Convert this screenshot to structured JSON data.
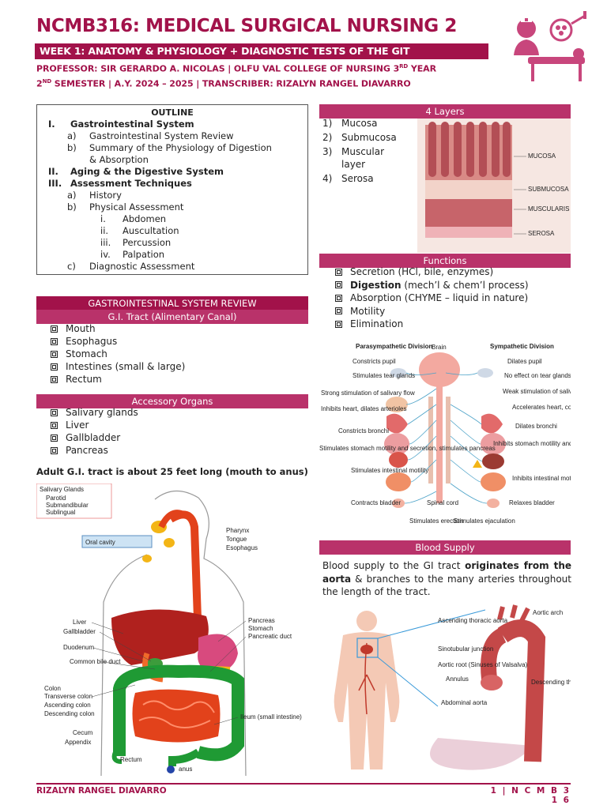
{
  "header": {
    "title": "NCMB316: MEDICAL SURGICAL NURSING 2",
    "week": "WEEK 1: ANATOMY & PHYSIOLOGY + DIAGNOSTIC TESTS OF THE GIT",
    "meta1_pre": "PROFESSOR:  SIR GERARDO  A. NICOLAS | OLFU VAL COLLEGE  OF NURSING 3",
    "meta1_sup": "RD",
    "meta1_post": " YEAR",
    "meta2_pre": "2",
    "meta2_sup": "ND",
    "meta2_post": " SEMESTER  | A.Y. 2024 – 2025 | TRANSCRIBER:  RIZALYN RANGEL DIAVARRO"
  },
  "outline": {
    "heading": "OUTLINE",
    "items": [
      {
        "num": "I.",
        "label": "Gastrointestinal System",
        "bold": true,
        "indent": 0
      },
      {
        "num": "a)",
        "label": "Gastrointestinal System  Review",
        "indent": 1
      },
      {
        "num": "b)",
        "label": "Summary of the Physiology of Digestion",
        "indent": 1
      },
      {
        "num": "",
        "label": "& Absorption",
        "indent": 1
      },
      {
        "num": "II.",
        "label": "Aging & the Digestive System",
        "bold": true,
        "indent": 0
      },
      {
        "num": "III.",
        "label": "Assessment Techniques",
        "bold": true,
        "indent": 0
      },
      {
        "num": "a)",
        "label": "History",
        "indent": 1
      },
      {
        "num": "b)",
        "label": "Physical Assessment",
        "indent": 1
      },
      {
        "num": "i.",
        "label": "Abdomen",
        "indent": 2
      },
      {
        "num": "ii.",
        "label": "Auscultation",
        "indent": 2
      },
      {
        "num": "iii.",
        "label": "Percussion",
        "indent": 2
      },
      {
        "num": "iv.",
        "label": "Palpation",
        "indent": 2
      },
      {
        "num": "c)",
        "label": "Diagnostic Assessment",
        "indent": 1
      }
    ]
  },
  "gi_review": {
    "heading": "GASTROINTESTINAL SYSTEM REVIEW",
    "subheading": "G.I. Tract (Alimentary Canal)",
    "items": [
      "Mouth",
      "Esophagus",
      "Stomach",
      "Intestines (small & large)",
      "Rectum"
    ]
  },
  "accessory": {
    "heading": "Accessory Organs",
    "items": [
      "Salivary glands",
      "Liver",
      "Gallbladder",
      "Pancreas"
    ]
  },
  "adult_note": "Adult G.I. tract is about 25 feet long (mouth to anus)",
  "layers": {
    "heading": "4 Layers",
    "items": [
      {
        "n": "1)",
        "label": "Mucosa"
      },
      {
        "n": "2)",
        "label": "Submucosa"
      },
      {
        "n": "3)",
        "label": "Muscular"
      },
      {
        "n": "",
        "label": "layer"
      },
      {
        "n": "4)",
        "label": "Serosa"
      }
    ],
    "figure_labels": [
      "MUCOSA",
      "SUBMUCOSA",
      "MUSCULARIS",
      "SEROSA"
    ]
  },
  "functions": {
    "heading": "Functions",
    "items": [
      {
        "bold": "",
        "text": "Secretion (HCl, bile, enzymes)"
      },
      {
        "bold": "Digestion",
        "text": " (mech’l & chem’l process)"
      },
      {
        "bold": "",
        "text": "Absorption (CHYME – liquid in nature)"
      },
      {
        "bold": "",
        "text": "Motility"
      },
      {
        "bold": "",
        "text": "Elimination"
      }
    ]
  },
  "nervous_figure": {
    "left_title": "Parasympathetic Division",
    "center_title": "Brain",
    "right_title": "Sympathetic Division",
    "left_labels": [
      "Constricts pupil",
      "Stimulates tear glands",
      "Strong stimulation of salivary flow",
      "Inhibits heart, dilates arterioles",
      "Constricts bronchi",
      "Stimulates stomach motility and secretion, stimulates pancreas",
      "Stimulates intestinal motility",
      "Contracts bladder"
    ],
    "right_labels": [
      "Dilates pupil",
      "No effect on tear glands",
      "Weak stimulation of salivary flow",
      "Accelerates heart, constricts arterioles",
      "Dilates bronchi",
      "Inhibits stomach motility and secretion, inhibits pancreas and adrenals",
      "Inhibits intestinal motility",
      "Relaxes bladder"
    ],
    "bottom_labels": [
      "Spinal cord",
      "Stimulates erection",
      "Stimulates ejaculation"
    ]
  },
  "blood": {
    "heading": "Blood Supply",
    "text_pre": "Blood supply to the GI tract ",
    "text_bold": "originates from the aorta",
    "text_post": " & branches to the many arteries throughout the length of the tract.",
    "figure_labels": [
      "Aortic arch",
      "Ascending thoracic aorta",
      "Sinotubular junction",
      "Aortic root (Sinuses of Valsalva)",
      "Annulus",
      "Descending thoracic aorta",
      "Abdominal aorta"
    ]
  },
  "digestive_figure": {
    "salivary_title": "Salivary Glands",
    "left_labels": [
      "Parotid",
      "Submandibular",
      "Sublingual",
      "Oral cavity",
      "Liver",
      "Gallbladder",
      "Duodenum",
      "Common bile duct",
      "Colon",
      "Transverse colon",
      "Ascending colon",
      "Descending colon",
      "Cecum",
      "Appendix",
      "Rectum"
    ],
    "right_labels": [
      "Pharynx",
      "Tongue",
      "Esophagus",
      "Pancreas",
      "Stomach",
      "Pancreatic duct",
      "Ileum (small intestine)",
      "anus"
    ]
  },
  "footer": {
    "left": "RIZALYN RANGEL DIAVARRO",
    "right": "1 | N C M B 3 1 6"
  },
  "colors": {
    "accent": "#a2124a",
    "bar": "#b9326a"
  }
}
